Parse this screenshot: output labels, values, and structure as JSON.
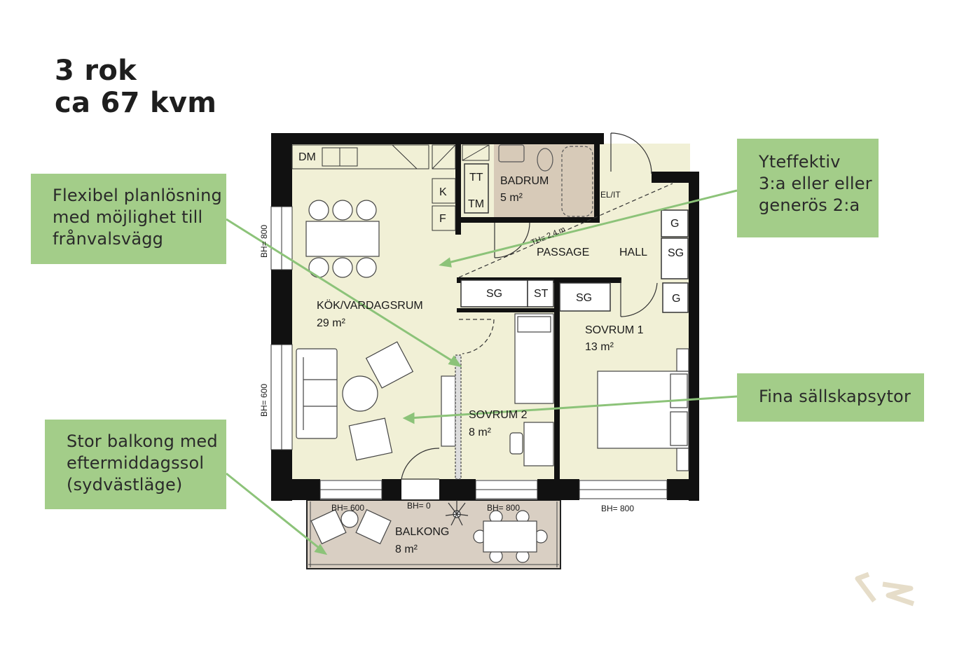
{
  "heading": {
    "line1": "3 rok",
    "line2": "ca 67 kvm"
  },
  "callouts": {
    "flexibel": [
      "Flexibel planlösning",
      "med möjlighet till",
      "frånvalsvägg"
    ],
    "balkong": [
      "Stor balkong med",
      "eftermiddagssol",
      "(sydvästläge)"
    ],
    "yteffektiv": [
      "Yteffektiv",
      "3:a eller eller",
      "generös 2:a"
    ],
    "sallskap": [
      "Fina sällskapsytor"
    ]
  },
  "rooms": {
    "kok": {
      "name": "KÖK/VARDAGSRUM",
      "area": "29 m²"
    },
    "badrum": {
      "name": "BADRUM",
      "area": "5 m²"
    },
    "sovrum1": {
      "name": "SOVRUM 1",
      "area": "13 m²"
    },
    "sovrum2": {
      "name": "SOVRUM 2",
      "area": "8 m²"
    },
    "balkong": {
      "name": "BALKONG",
      "area": "8 m²"
    },
    "passage": "PASSAGE",
    "hall": "HALL"
  },
  "fixtures": {
    "dm": "DM",
    "k": "K",
    "f": "F",
    "tt": "TT",
    "tm": "TM",
    "elit": "EL/IT",
    "th": "TH= 2,4 m",
    "g_top": "G",
    "sg_hall": "SG",
    "sg_left": "SG",
    "st": "ST",
    "sg_mid": "SG",
    "g_right": "G"
  },
  "window_heights": {
    "left_upper": "BH= 800",
    "left_lower": "BH= 600",
    "balcony_left": "BH= 600",
    "balcony_door": "BH= 0",
    "balcony_right": "BH= 800",
    "bedroom": "BH= 800"
  },
  "colors": {
    "callout": "#a3cd89",
    "living_floor": "#f1f0d6",
    "bath_floor": "#d7cab8",
    "balcony_floor": "#d9cfc3",
    "wall": "#111111",
    "arrow": "#8cc379",
    "logo": "#e6ddc9"
  },
  "icons": [
    "door-swing",
    "sofa",
    "armchair",
    "dining-table",
    "bed",
    "desk",
    "potted-plant",
    "bathtub",
    "toilet",
    "washbasin",
    "logo-mark"
  ]
}
